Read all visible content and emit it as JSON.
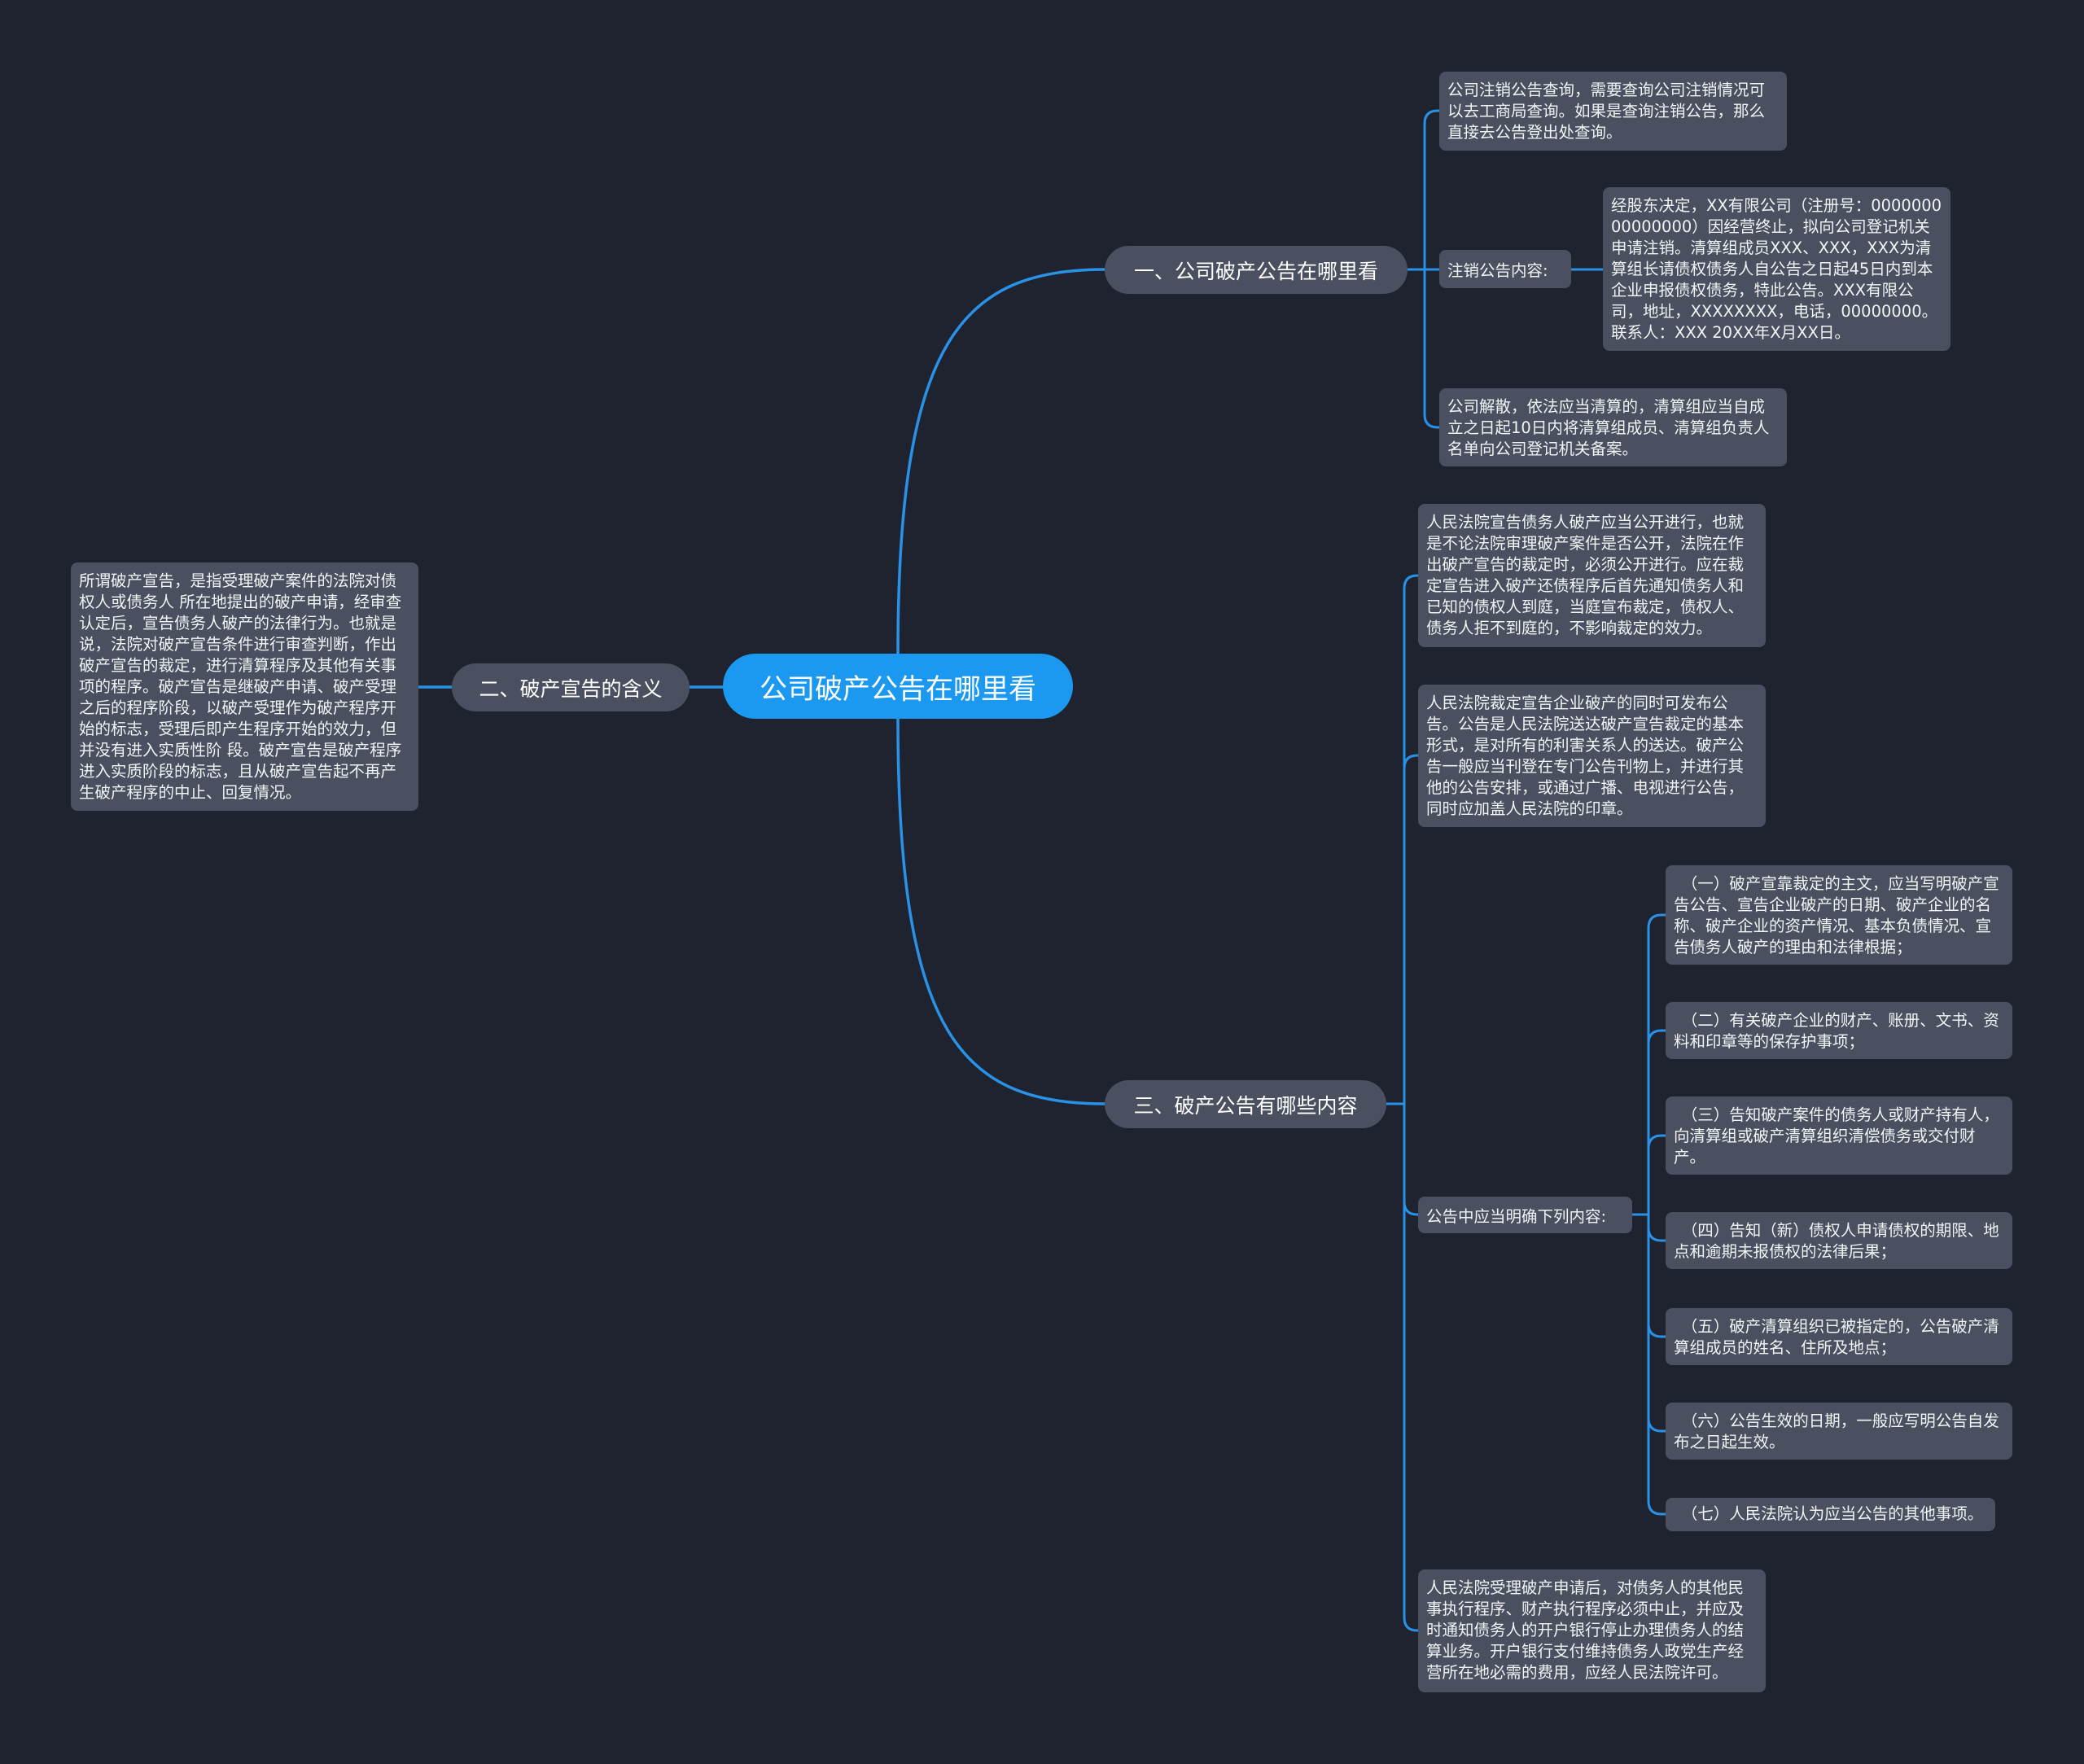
{
  "colors": {
    "background": "#1f2330",
    "accent": "#1b98f0",
    "node": "#4a5060",
    "edge": "#2a92e6"
  },
  "center": "公司破产公告在哪里看",
  "branch1": {
    "title": "一、公司破产公告在哪里看",
    "item1": "公司注销公告查询，需要查询公司注销情况可以去工商局查询。如果是查询注销公告，那么直接去公告登出处查询。",
    "notice_label": "注销公告内容:",
    "notice_text": "经股东决定，XX有限公司（注册号：000000000000000）因经营终止，拟向公司登记机关申请注销。清算组成员XXX、XXX，XXX为清算组长请债权债务人自公告之日起45日内到本企业申报债权债务，特此公告。XXX有限公司，地址，XXXXXXXX，电话，00000000。联系人：XXX 20XX年X月XX日。",
    "item3": "公司解散，依法应当清算的，清算组应当自成立之日起10日内将清算组成员、清算组负责人名单向公司登记机关备案。"
  },
  "branch2": {
    "title": "二、破产宣告的含义",
    "text": "所谓破产宣告，是指受理破产案件的法院对债权人或债务人 所在地提出的破产申请，经审查认定后，宣告债务人破产的法律行为。也就是说，法院对破产宣告条件进行审查判断，作出破产宣告的裁定，进行清算程序及其他有关事项的程序。破产宣告是继破产申请、破产受理之后的程序阶段，以破产受理作为破产程序开始的标志，受理后即产生程序开始的效力，但并没有进入实质性阶 段。破产宣告是破产程序进入实质阶段的标志，且从破产宣告起不再产生破产程序的中止、回复情况。"
  },
  "branch3": {
    "title": "三、破产公告有哪些内容",
    "item1": "人民法院宣告债务人破产应当公开进行，也就是不论法院审理破产案件是否公开，法院在作出破产宣告的裁定时，必须公开进行。应在裁定宣告进入破产还债程序后首先通知债务人和已知的债权人到庭，当庭宣布裁定，债权人、债务人拒不到庭的，不影响裁定的效力。",
    "item2": "人民法院裁定宣告企业破产的同时可发布公告。公告是人民法院送达破产宣告裁定的基本形式，是对所有的利害关系人的送达。破产公告一般应当刊登在专门公告刊物上，并进行其他的公告安排，或通过广播、电视进行公告，同时应加盖人民法院的印章。",
    "list_label": "公告中应当明确下列内容:",
    "list": [
      "（一）破产宣靠裁定的主文，应当写明破产宣告公告、宣告企业破产的日期、破产企业的名称、破产企业的资产情况、基本负债情况、宣告债务人破产的理由和法律根据；",
      "（二）有关破产企业的财产、账册、文书、资料和印章等的保存护事项；",
      "（三）告知破产案件的债务人或财产持有人，向清算组或破产清算组织清偿债务或交付财产。",
      "（四）告知（新）债权人申请债权的期限、地点和逾期未报债权的法律后果；",
      "（五）破产清算组织已被指定的，公告破产清算组成员的姓名、住所及地点；",
      "（六）公告生效的日期，一般应写明公告自发布之日起生效。",
      "（七）人民法院认为应当公告的其他事项。"
    ],
    "item4": "人民法院受理破产申请后，对债务人的其他民事执行程序、财产执行程序必须中止，并应及时通知债务人的开户银行停止办理债务人的结算业务。开户银行支付维持债务人政党生产经营所在地必需的费用，应经人民法院许可。"
  }
}
